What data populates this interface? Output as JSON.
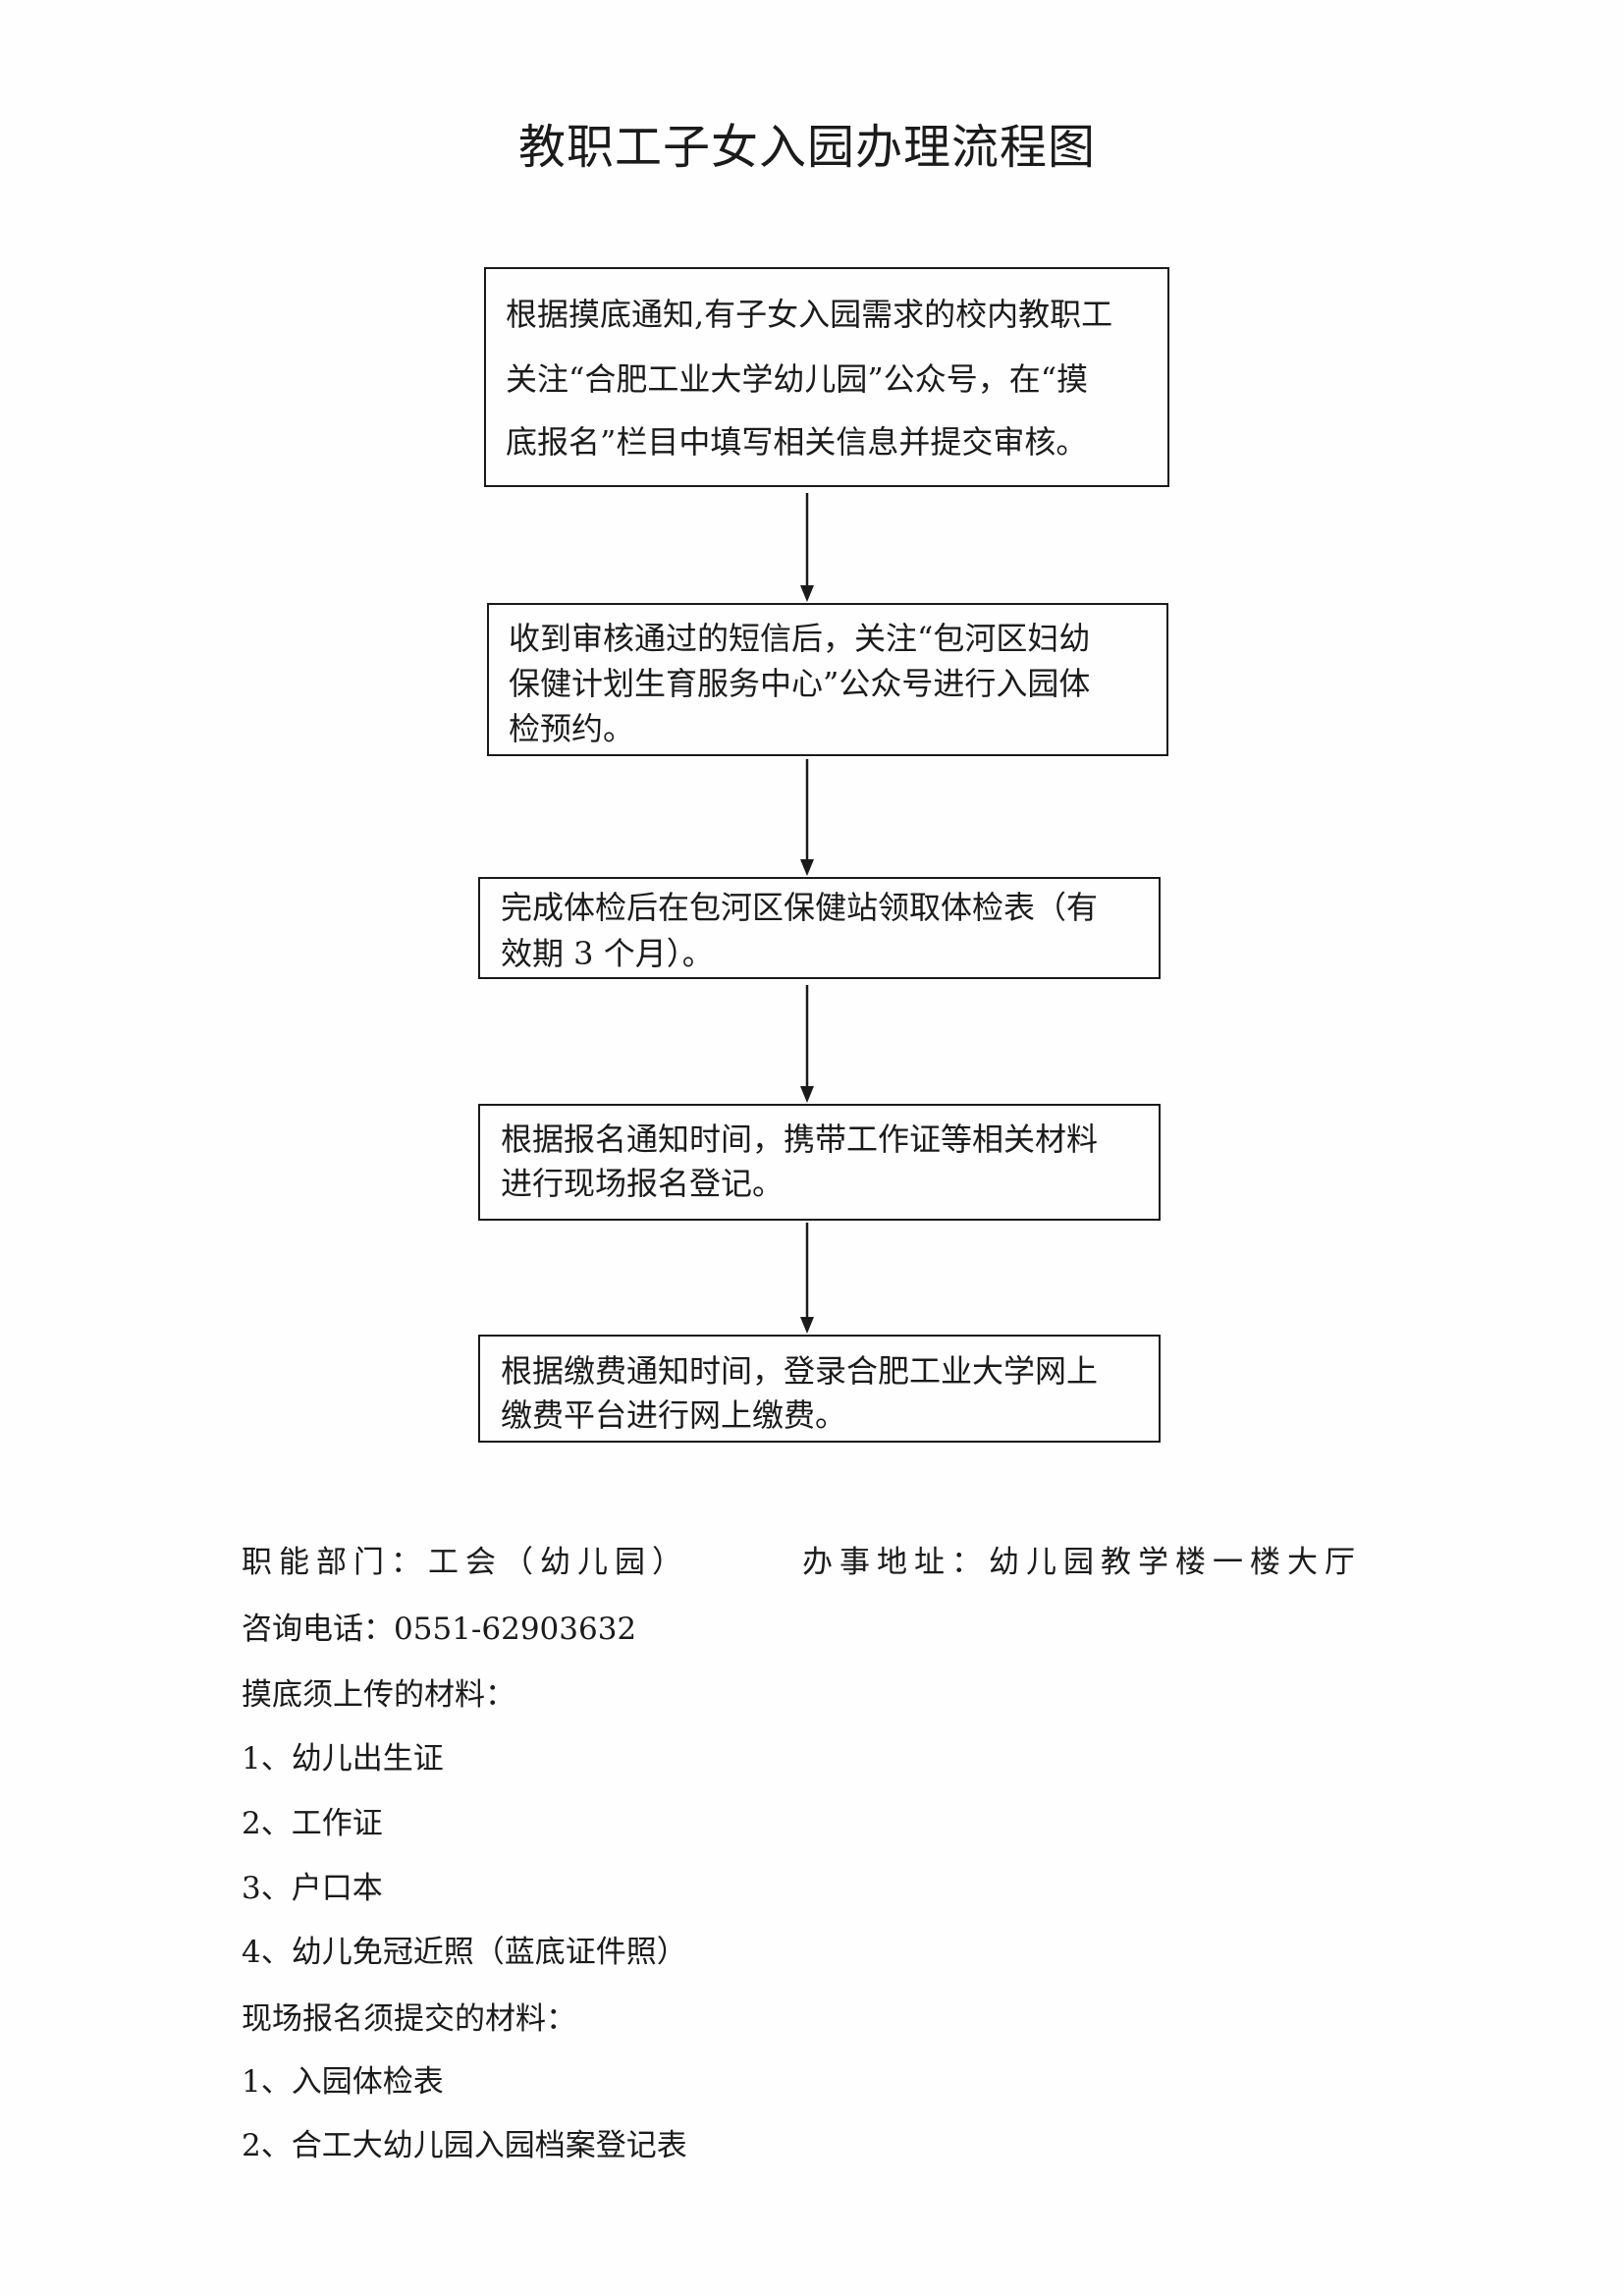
{
  "title": "教职工子女入园办理流程图",
  "flow": {
    "steps": [
      {
        "lines": [
          "根据摸底通知,有子女入园需求的校内教职工",
          "关注“合肥工业大学幼儿园”公众号，在“摸",
          "底报名”栏目中填写相关信息并提交审核。"
        ]
      },
      {
        "lines": [
          "收到审核通过的短信后，关注“包河区妇幼",
          "保健计划生育服务中心”公众号进行入园体",
          "检预约。"
        ]
      },
      {
        "lines": [
          "完成体检后在包河区保健站领取体检表（有",
          "效期 3 个月）。"
        ]
      },
      {
        "lines": [
          "根据报名通知时间，携带工作证等相关材料",
          "进行现场报名登记。"
        ]
      },
      {
        "lines": [
          "根据缴费通知时间，登录合肥工业大学网上",
          "缴费平台进行网上缴费。"
        ]
      }
    ]
  },
  "footer": {
    "department": "职能部门：工会（幼儿园）",
    "address": "办事地址：幼儿园教学楼一楼大厅",
    "phone": "咨询电话：0551-62903632",
    "survey_materials_heading": "摸底须上传的材料：",
    "survey_materials": [
      "1、幼儿出生证",
      "2、工作证",
      "3、户口本",
      "4、幼儿免冠近照（蓝底证件照）"
    ],
    "onsite_materials_heading": "现场报名须提交的材料：",
    "onsite_materials": [
      "1、入园体检表",
      "2、合工大幼儿园入园档案登记表"
    ]
  },
  "colors": {
    "ink": "#1b1b1b",
    "paper": "#fefefe"
  }
}
